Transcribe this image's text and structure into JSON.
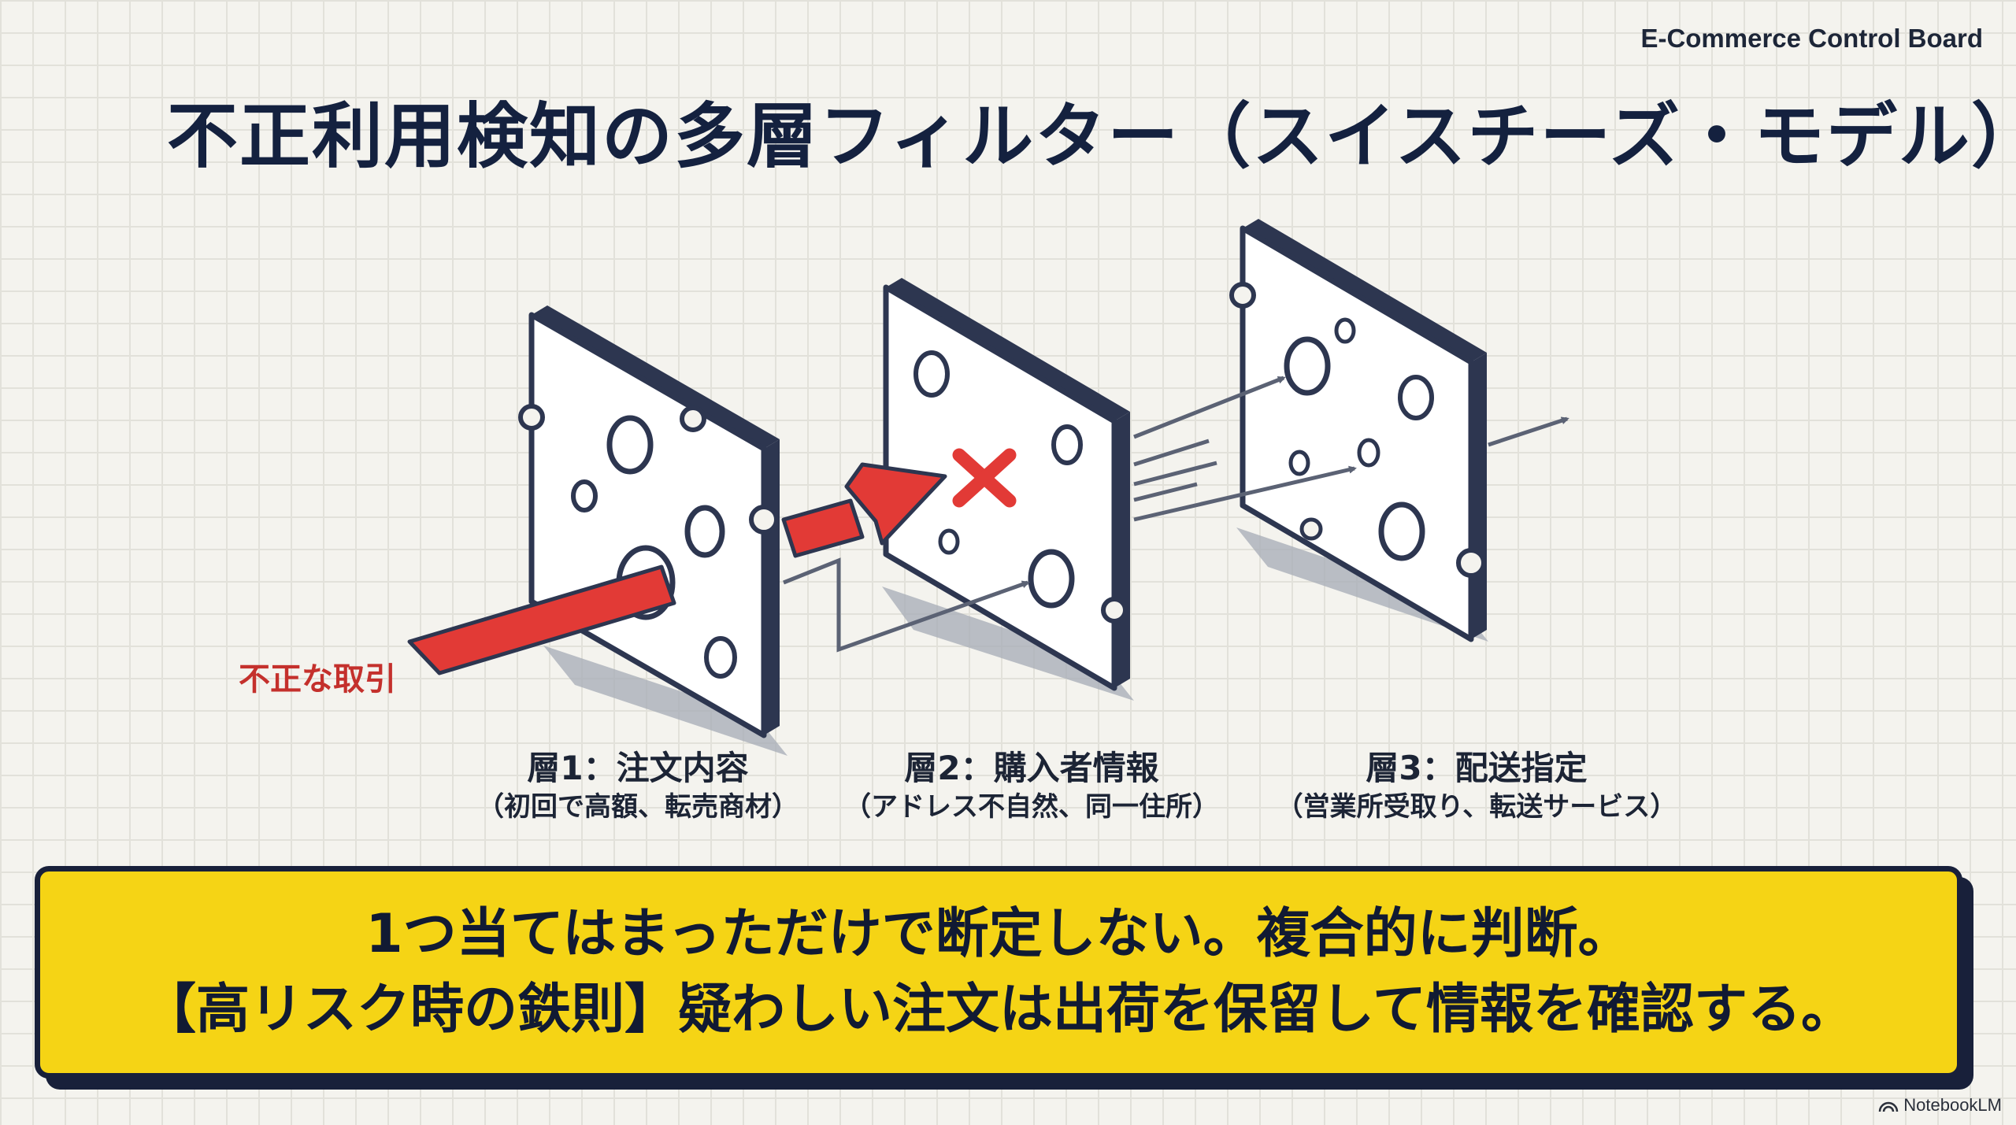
{
  "header": {
    "brand": "E-Commerce Control Board",
    "title": "不正利用検知の多層フィルター（スイスチーズ・モデル）"
  },
  "diagram": {
    "arrow_label": "不正な取引",
    "layers": [
      {
        "name": "層1：注文内容",
        "desc": "（初回で高額、転売商材）"
      },
      {
        "name": "層2：購入者情報",
        "desc": "（アドレス不自然、同一住所）"
      },
      {
        "name": "層3：配送指定",
        "desc": "（営業所受取り、転送サービス）"
      }
    ],
    "colors": {
      "threat": "#e23a36",
      "ink": "#2d3650",
      "slice": "#ffffff",
      "shadow": "#a6abb6"
    }
  },
  "banner": {
    "line1": "1つ当てはまっただけで断定しない。複合的に判断。",
    "line2": "【高リスク時の鉄則】疑わしい注文は出荷を保留して情報を確認する。"
  },
  "footer": {
    "watermark": "NotebookLM"
  }
}
